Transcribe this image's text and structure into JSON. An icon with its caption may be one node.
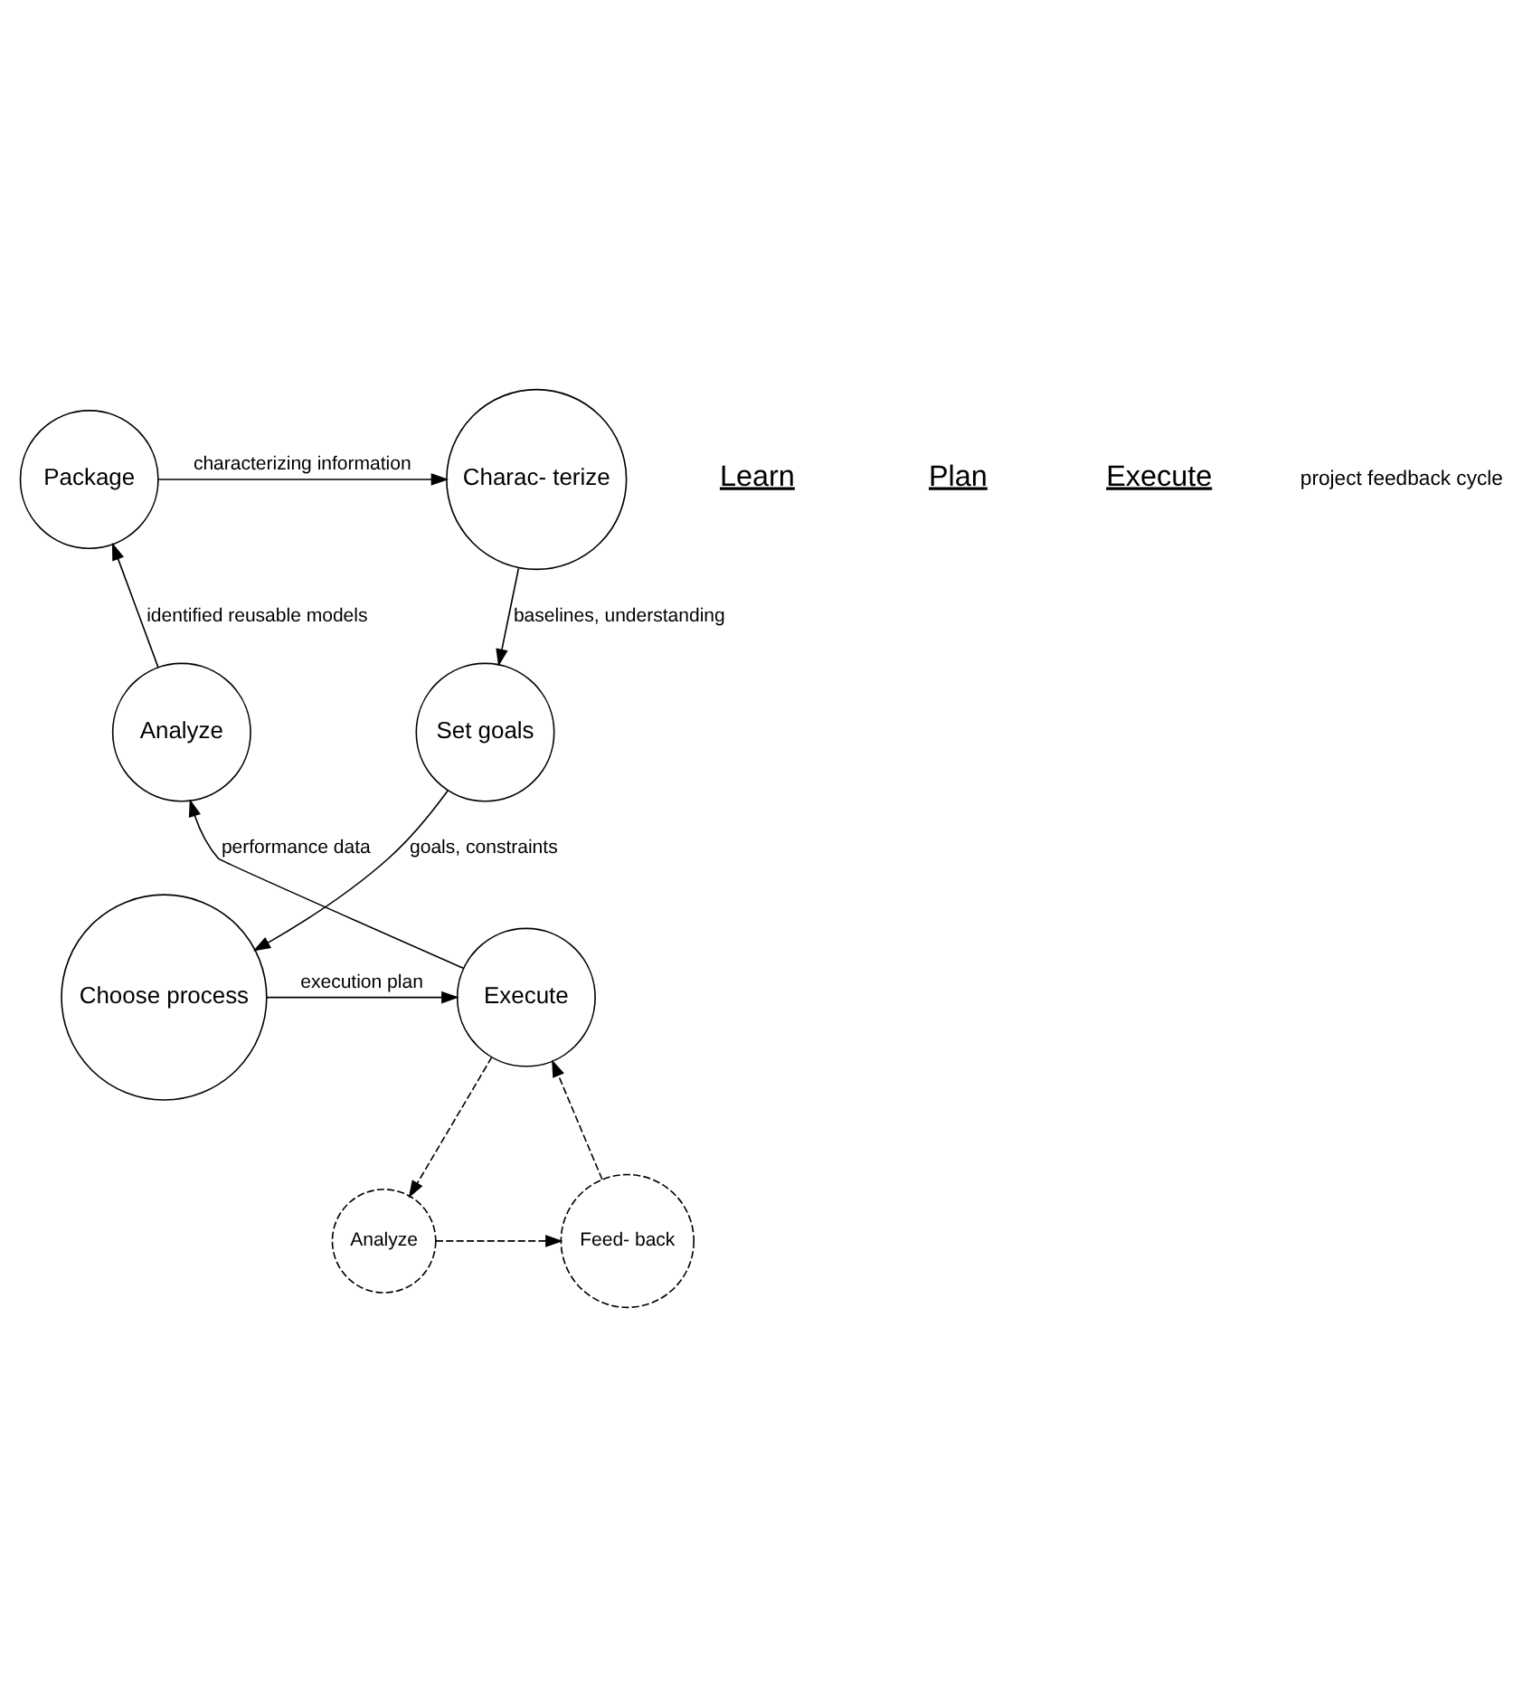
{
  "diagram": {
    "nodes": [
      {
        "text": [
          "Package"
        ]
      },
      {
        "text": [
          "Charac- terize"
        ]
      },
      {
        "text": [
          "Set goals"
        ]
      },
      {
        "text": [
          "Choose process"
        ]
      },
      {
        "text": [
          "Execute"
        ]
      },
      {
        "text": [
          "Analyze"
        ]
      },
      {
        "text": [
          "Feed- back"
        ]
      },
      {
        "text": [
          "Analyze"
        ]
      }
    ],
    "edges": [
      {
        "from": 0,
        "to": 1,
        "arrow": "to",
        "label": "characterizing information"
      },
      {
        "from": 1,
        "to": 2,
        "arrow": "to",
        "label": "baselines, understanding"
      },
      {
        "from": 2,
        "to": 3,
        "arrow": "to",
        "label": "goals, constraints"
      },
      {
        "from": 3,
        "to": 4,
        "arrow": "to",
        "label": "execution plan"
      },
      {
        "from": 4,
        "to": 5,
        "arrow": "to",
        "label": "performance data"
      },
      {
        "from": 5,
        "to": 0,
        "arrow": "to",
        "label": "identified reusable models"
      },
      {
        "from": 4,
        "to": 7,
        "arrow": "to",
        "style": "dashed"
      },
      {
        "from": 7,
        "to": 6,
        "arrow": "to",
        "style": "dashed"
      },
      {
        "from": 6,
        "to": 4,
        "arrow": "to",
        "style": "dashed"
      }
    ],
    "labels": [
      "Learn",
      "Plan",
      "Execute",
      "project feedback cycle"
    ]
  }
}
